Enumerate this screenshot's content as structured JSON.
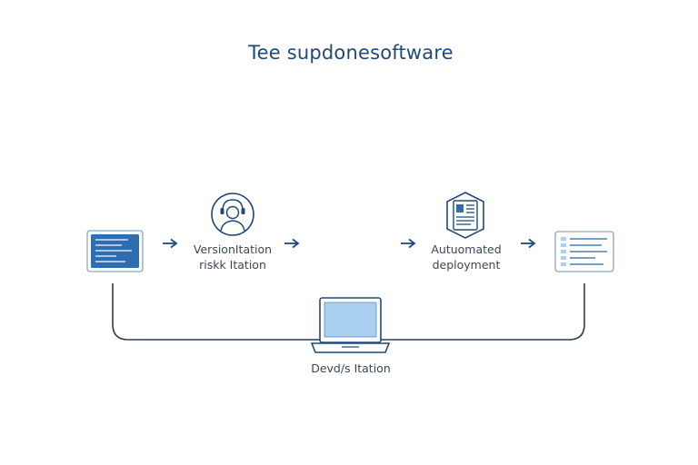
{
  "title": "Tee supdonesoftware",
  "stages": {
    "version": {
      "line1": "VersionItation",
      "line2": "riskk Itation"
    },
    "deploy": {
      "line1": "Autuomated",
      "line2": "deployment"
    },
    "devops": {
      "label": "Devd/s Itation"
    }
  },
  "colors": {
    "primary": "#1f4a78",
    "accent_fill": "#2f6db1",
    "light_fill": "#a9d0ee",
    "line": "#2a3b52"
  }
}
